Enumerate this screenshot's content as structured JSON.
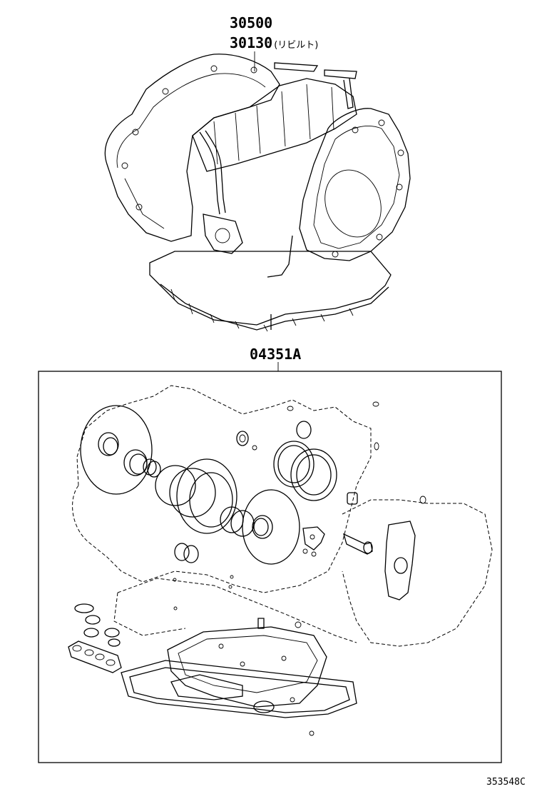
{
  "labels": {
    "assembly_part_no": "30500",
    "rebuilt_part_no": "30130",
    "rebuilt_note": "(リビルト)",
    "gasket_kit_part_no": "04351A",
    "illustration_code": "353548C"
  }
}
